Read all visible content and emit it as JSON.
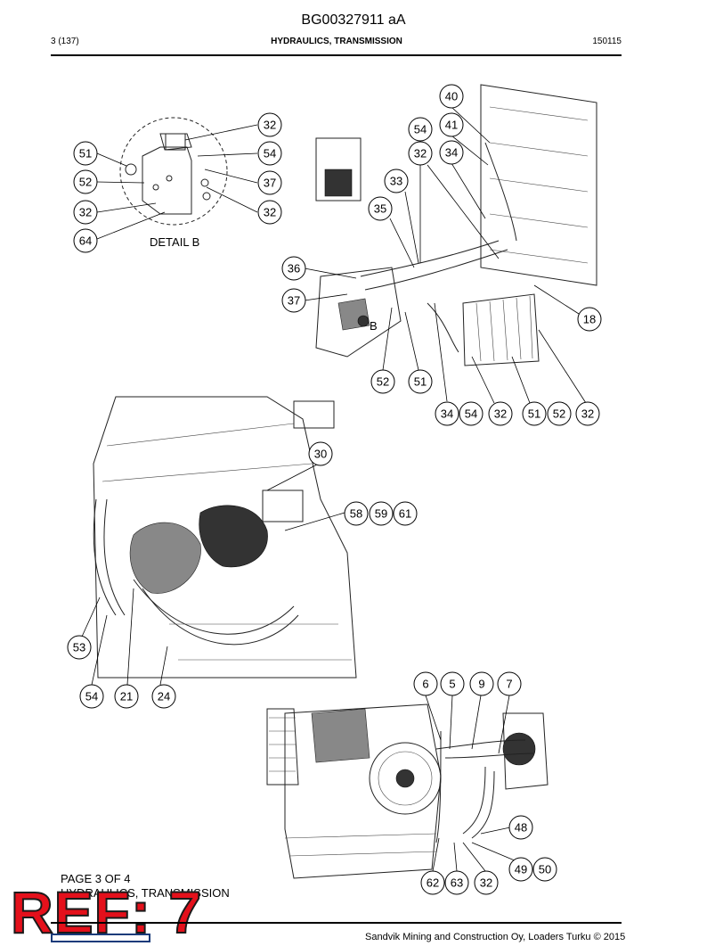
{
  "header": {
    "doc_id": "BG00327911 aA",
    "page": "3 (137)",
    "section": "HYDRAULICS, TRANSMISSION",
    "date_code": "150115"
  },
  "detail": {
    "label": "DETAIL B",
    "marker": "B"
  },
  "callouts": {
    "detail_b": [
      "32",
      "54",
      "37",
      "32",
      "51",
      "52",
      "32",
      "64"
    ],
    "view_top": [
      "40",
      "54",
      "41",
      "32",
      "34",
      "33",
      "35",
      "36",
      "37",
      "18",
      "52",
      "51",
      "34",
      "54",
      "32",
      "51",
      "52",
      "32"
    ],
    "view_middle": [
      "30",
      "58",
      "59",
      "61",
      "53",
      "54",
      "21",
      "24"
    ],
    "view_bottom": [
      "6",
      "5",
      "9",
      "7",
      "48",
      "49",
      "50",
      "62",
      "63",
      "32"
    ]
  },
  "footer": {
    "page_count": "PAGE 3 OF 4",
    "caption": "HYDRAULICS, TRANSMISSION",
    "copyright": "Sandvik Mining and Construction Oy, Loaders Turku © 2015",
    "ref_stamp": "REF: 7",
    "stamp_color": "#e4101b"
  }
}
